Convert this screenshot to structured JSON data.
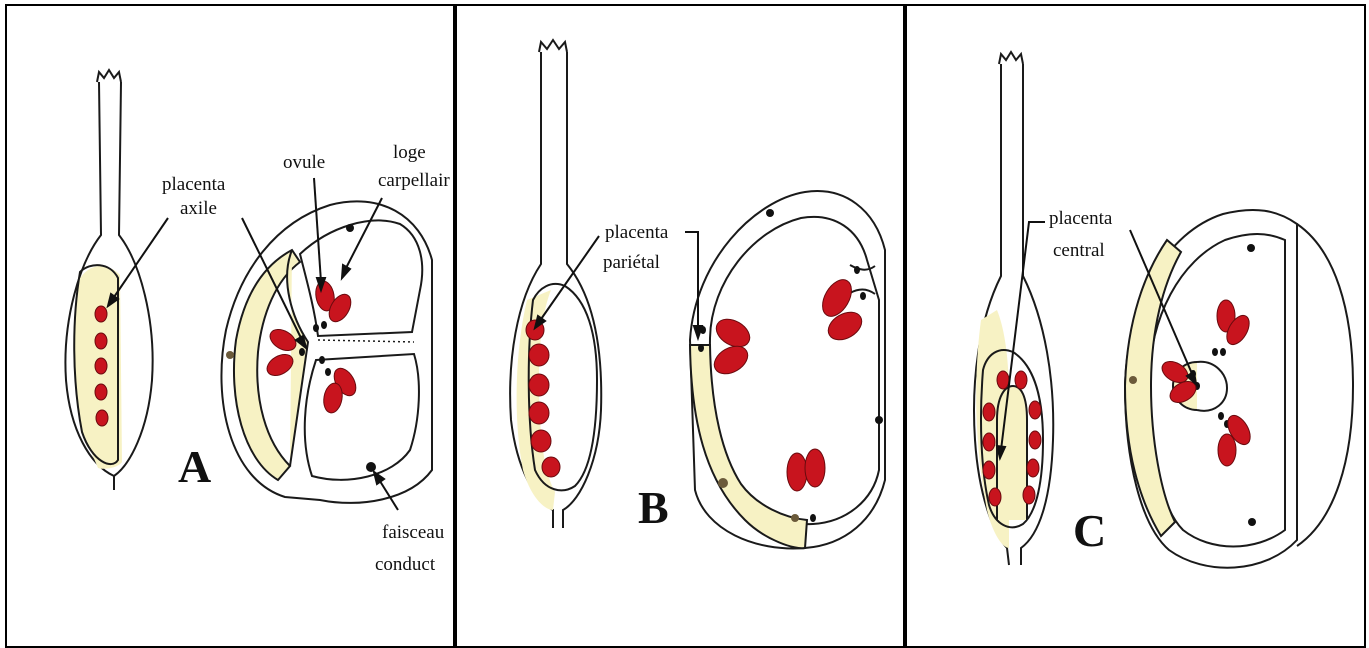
{
  "colors": {
    "ovule": "#c8141e",
    "ovule_stroke": "#6a0a0e",
    "placenta_fill": "#f7f2c4",
    "outline": "#1a1a1a",
    "bundle": "#6b5a3a"
  },
  "panels": [
    {
      "letter": "A",
      "labels": {
        "placenta_line1": "placenta",
        "placenta_line2": "axile",
        "ovule": "ovule",
        "loge_line1": "loge",
        "loge_line2": "carpellair",
        "faisceau_line1": "faisceau",
        "faisceau_line2": "conduct"
      }
    },
    {
      "letter": "B",
      "labels": {
        "placenta_line1": "placenta",
        "placenta_line2": "pariétal"
      }
    },
    {
      "letter": "C",
      "labels": {
        "placenta_line1": "placenta",
        "placenta_line2": "central"
      }
    }
  ]
}
